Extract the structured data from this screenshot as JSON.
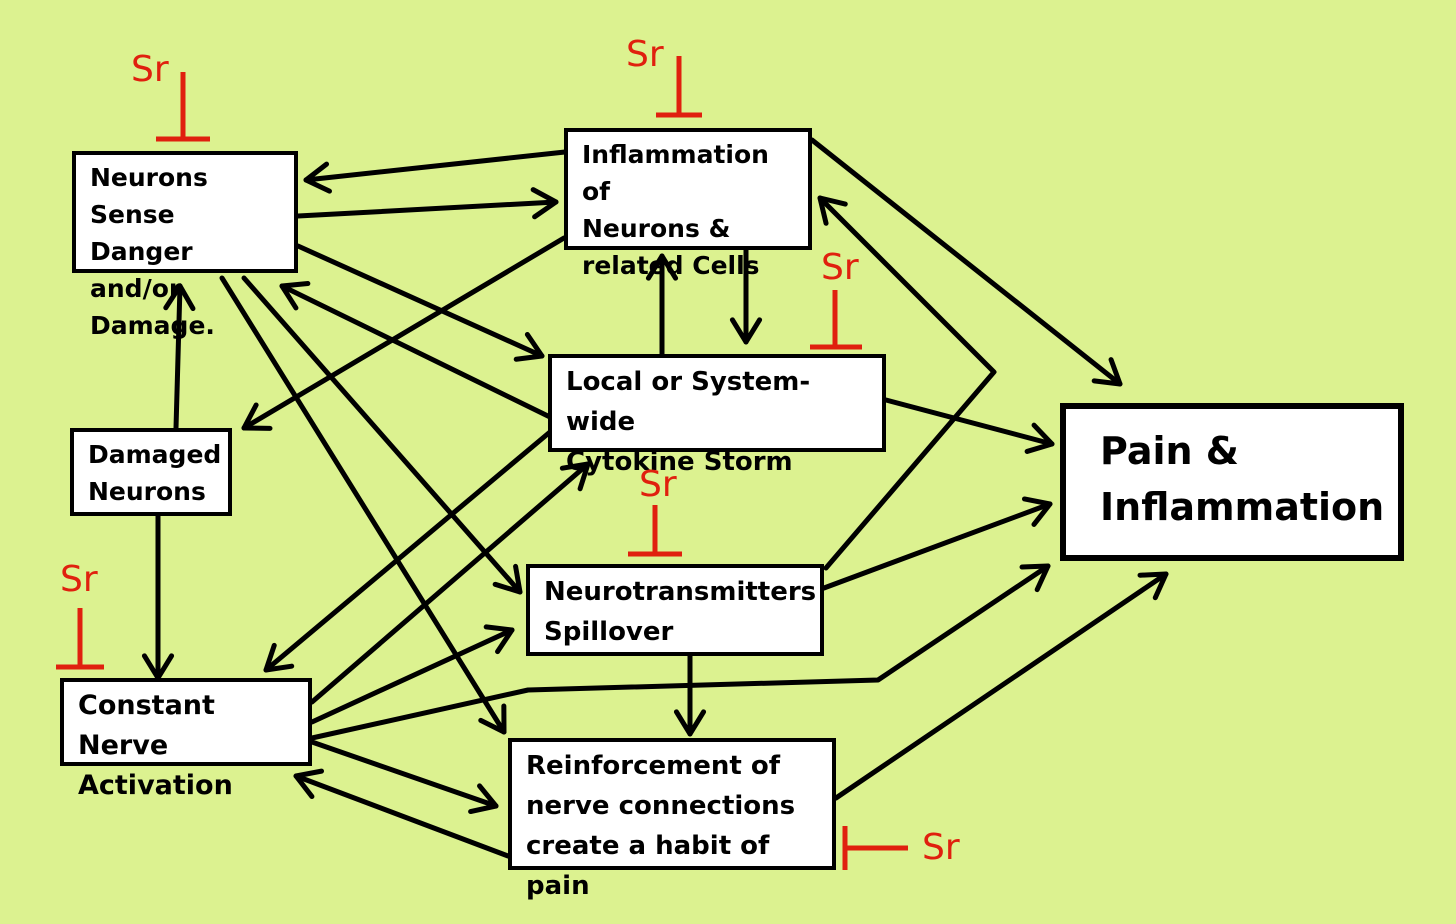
{
  "colors": {
    "background": "#dcf290",
    "arrow": "#000000",
    "inhibitor": "#e0200e",
    "box_fill": "#ffffff"
  },
  "nodes": {
    "neurons_sense": "Neurons Sense\nDanger and/or\nDamage.",
    "inflammation": "Inflammation of\nNeurons &\nrelated Cells",
    "cytokine": "Local or System-wide\nCytokine Storm",
    "damaged": "Damaged\nNeurons",
    "neurotransmitters": "Neurotransmitters\nSpillover",
    "constant": "Constant Nerve\nActivation",
    "reinforcement": "Reinforcement of\nnerve connections\ncreate a habit of pain",
    "pain": "Pain  &\nInflammation"
  },
  "inhibitor_label": "Sr"
}
